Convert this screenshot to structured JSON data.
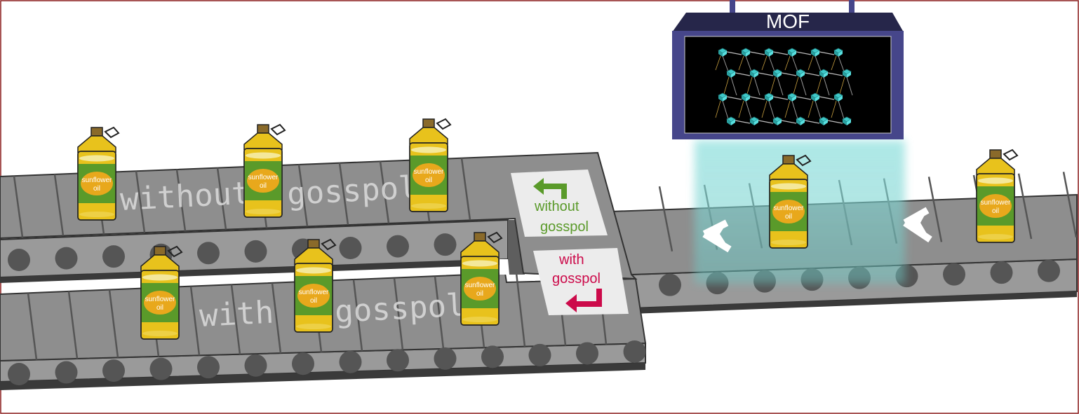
{
  "mof_label": "MOF",
  "belt_labels": {
    "upper_word1": "without",
    "upper_word2": "gosspol",
    "lower_word1": "with",
    "lower_word2": "gosspol"
  },
  "signs": {
    "without": {
      "line1": "without",
      "line2": "gosspol",
      "color": "#5a9a2a"
    },
    "with": {
      "line1": "with",
      "line2": "gosspol",
      "color": "#cc0a4a"
    }
  },
  "bottle_label": {
    "line1": "sunflower",
    "line2": "oil"
  },
  "colors": {
    "belt": "#8e8e8e",
    "belt_dark": "#5e5e5e",
    "roller": "#555555",
    "bottle_yellow": "#e8c21c",
    "bottle_green": "#5a9a2a",
    "label_orange": "#e8a81c",
    "mof_frame": "#46468a",
    "glow": "#7fd2d0",
    "frame_border": "#8a1c1c"
  }
}
